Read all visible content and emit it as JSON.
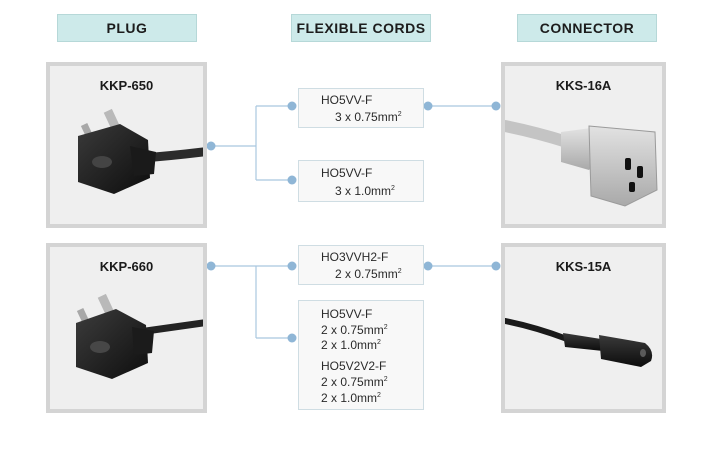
{
  "headers": {
    "plug": "PLUG",
    "cords": "FLEXIBLE CORDS",
    "connector": "CONNECTOR"
  },
  "plugs": [
    {
      "model": "KKP-650"
    },
    {
      "model": "KKP-660"
    }
  ],
  "connectors": [
    {
      "model": "KKS-16A"
    },
    {
      "model": "KKS-15A"
    }
  ],
  "cords": [
    {
      "type": "HO5VV-F",
      "spec": "3 x 0.75mm"
    },
    {
      "type": "HO5VV-F",
      "spec": "3 x 1.0mm"
    },
    {
      "type": "HO3VVH2-F",
      "spec": "2 x 0.75mm"
    },
    {
      "type": "HO5VV-F",
      "spec_a": "2 x 0.75mm",
      "spec_b": "2 x 1.0mm",
      "type2": "HO5V2V2-F",
      "spec2_a": "2 x 0.75mm",
      "spec2_b": "2 x 1.0mm"
    }
  ],
  "superscript": "2",
  "colors": {
    "header_bg": "#cdeaea",
    "panel_bg": "#efefef",
    "panel_border": "#d4d4d4",
    "connector_line": "#a9c7df",
    "connector_dot": "#8fb6d6"
  }
}
